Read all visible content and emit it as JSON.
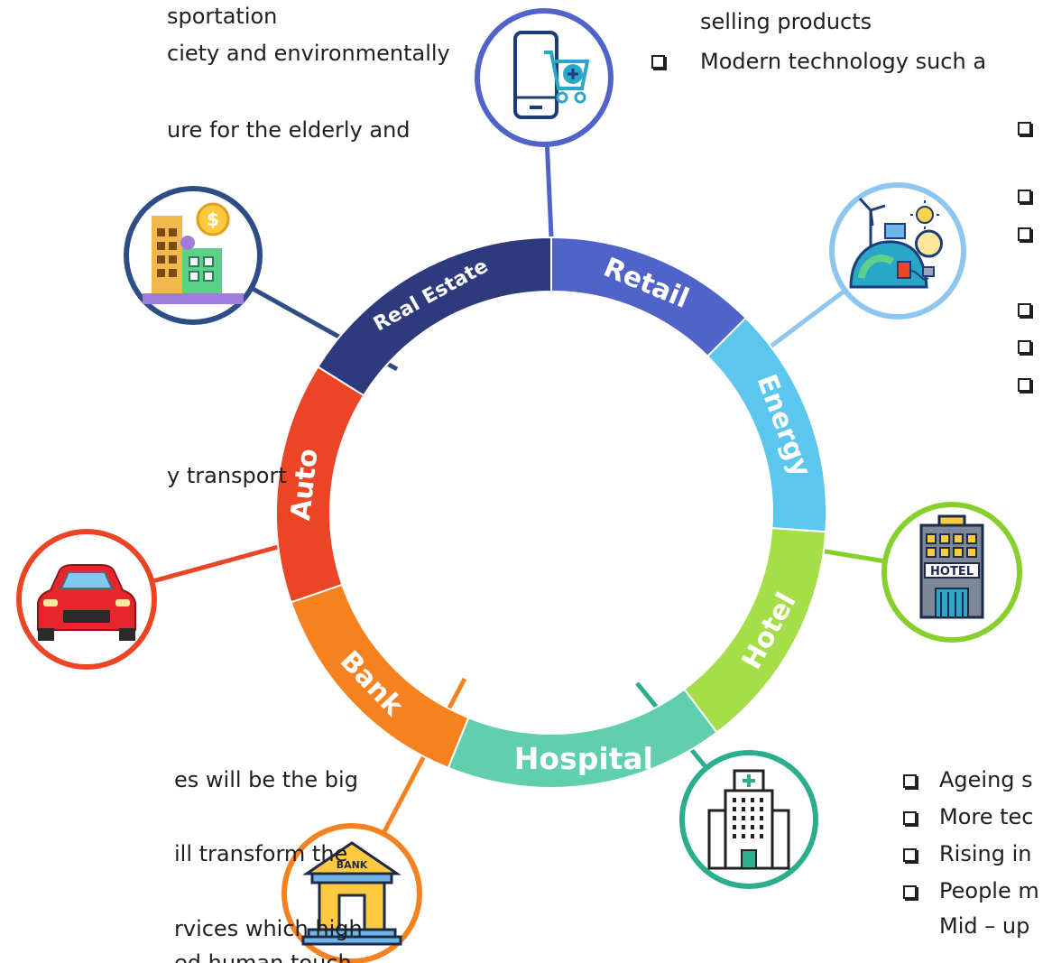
{
  "segments": [
    {
      "key": "retail",
      "label": "Retail",
      "color": "#4F63C9",
      "font_size": 30
    },
    {
      "key": "energy",
      "label": "Energy",
      "color": "#5BC6EE",
      "font_size": 30
    },
    {
      "key": "hotel",
      "label": "Hotel",
      "color": "#A6DE4A",
      "font_size": 30
    },
    {
      "key": "hospital",
      "label": "Hospital",
      "color": "#5FCFAE",
      "font_size": 33
    },
    {
      "key": "bank",
      "label": "Bank",
      "color": "#F5821F",
      "font_size": 30
    },
    {
      "key": "auto",
      "label": "Auto",
      "color": "#EC4526",
      "font_size": 30
    },
    {
      "key": "real_estate",
      "label": "Real Estate",
      "color": "#2E3A7E",
      "font_size": 22
    }
  ],
  "icons": [
    {
      "key": "retail",
      "name": "mobile-shopping-cart-icon",
      "border_color": "#4F63C9"
    },
    {
      "key": "energy",
      "name": "renewable-energy-icon",
      "border_color": "#8EC6F0"
    },
    {
      "key": "hotel",
      "name": "hotel-building-icon",
      "border_color": "#86CF2C"
    },
    {
      "key": "hospital",
      "name": "hospital-building-icon",
      "border_color": "#2AAE8E"
    },
    {
      "key": "bank",
      "name": "bank-building-icon",
      "border_color": "#F5821F"
    },
    {
      "key": "auto",
      "name": "red-car-icon",
      "border_color": "#EC4526"
    },
    {
      "key": "real_estate",
      "name": "real-estate-building-icon",
      "border_color": "#2D4D86"
    }
  ],
  "icon_text": {
    "hotel_sign": "HOTEL",
    "bank_sign": "BANK"
  },
  "text": {
    "top_left": [
      "sportation",
      "ciety and environmentally",
      "ure for the elderly and"
    ],
    "mid_left": [
      "y transport"
    ],
    "bottom_left": [
      "es will be the big",
      "ill transform the",
      "rvices which high",
      "ed human touch"
    ],
    "top_right": [
      "selling products",
      "Modern technology such a"
    ],
    "bottom_right": [
      "Ageing s",
      "More tec",
      "Rising in",
      "People m",
      "Mid – up"
    ]
  }
}
